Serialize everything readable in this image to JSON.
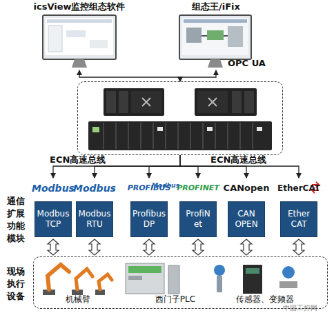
{
  "diagram": {
    "nodes": [
      {
        "text": [
          "icsView监控组态软件"
        ]
      },
      {
        "text": [
          "组态王/iFix"
        ]
      },
      {
        "text": []
      },
      {
        "text": [
          "Modbus",
          "Modbus TCP"
        ]
      },
      {
        "text": [
          "Modbus",
          "Modbus RTU"
        ]
      },
      {
        "text": [
          "PROFIBUS",
          "Profibus DP"
        ]
      },
      {
        "text": [
          "PROFINET",
          "ProfiN et"
        ]
      },
      {
        "text": [
          "CANopen",
          "CAN OPEN"
        ]
      },
      {
        "text": [
          "EtherCAT",
          "Ether CAT"
        ]
      },
      {
        "text": [
          "机械臂",
          "西门子PLC",
          "传感器、变频器"
        ]
      }
    ],
    "edges": [
      {
        "from": 0,
        "to": 2,
        "arrow": "both"
      },
      {
        "from": 1,
        "to": 2,
        "label": "OPC UA",
        "arrow": "both"
      },
      {
        "from": 2,
        "to": 3,
        "arrow": "to"
      },
      {
        "from": 2,
        "to": 4,
        "label": "ECN高速总线",
        "arrow": "to"
      },
      {
        "from": 2,
        "to": 5,
        "arrow": "to"
      },
      {
        "from": 2,
        "to": 6,
        "arrow": "to"
      },
      {
        "from": 2,
        "to": 7,
        "label": "ECN高速总线",
        "arrow": "to"
      },
      {
        "from": 2,
        "to": 8,
        "arrow": "to"
      },
      {
        "from": 3,
        "to": 9,
        "arrow": "both"
      },
      {
        "from": 4,
        "to": 9,
        "arrow": "both"
      },
      {
        "from": 5,
        "to": 9,
        "arrow": "both"
      },
      {
        "from": 6,
        "to": 9,
        "arrow": "both"
      },
      {
        "from": 7,
        "to": 9,
        "arrow": "both"
      },
      {
        "from": 8,
        "to": 9,
        "arrow": "both"
      }
    ],
    "labels": [
      "Modbus",
      "通信扩展功能模块",
      "现场执行设备",
      "中国工控网"
    ]
  }
}
